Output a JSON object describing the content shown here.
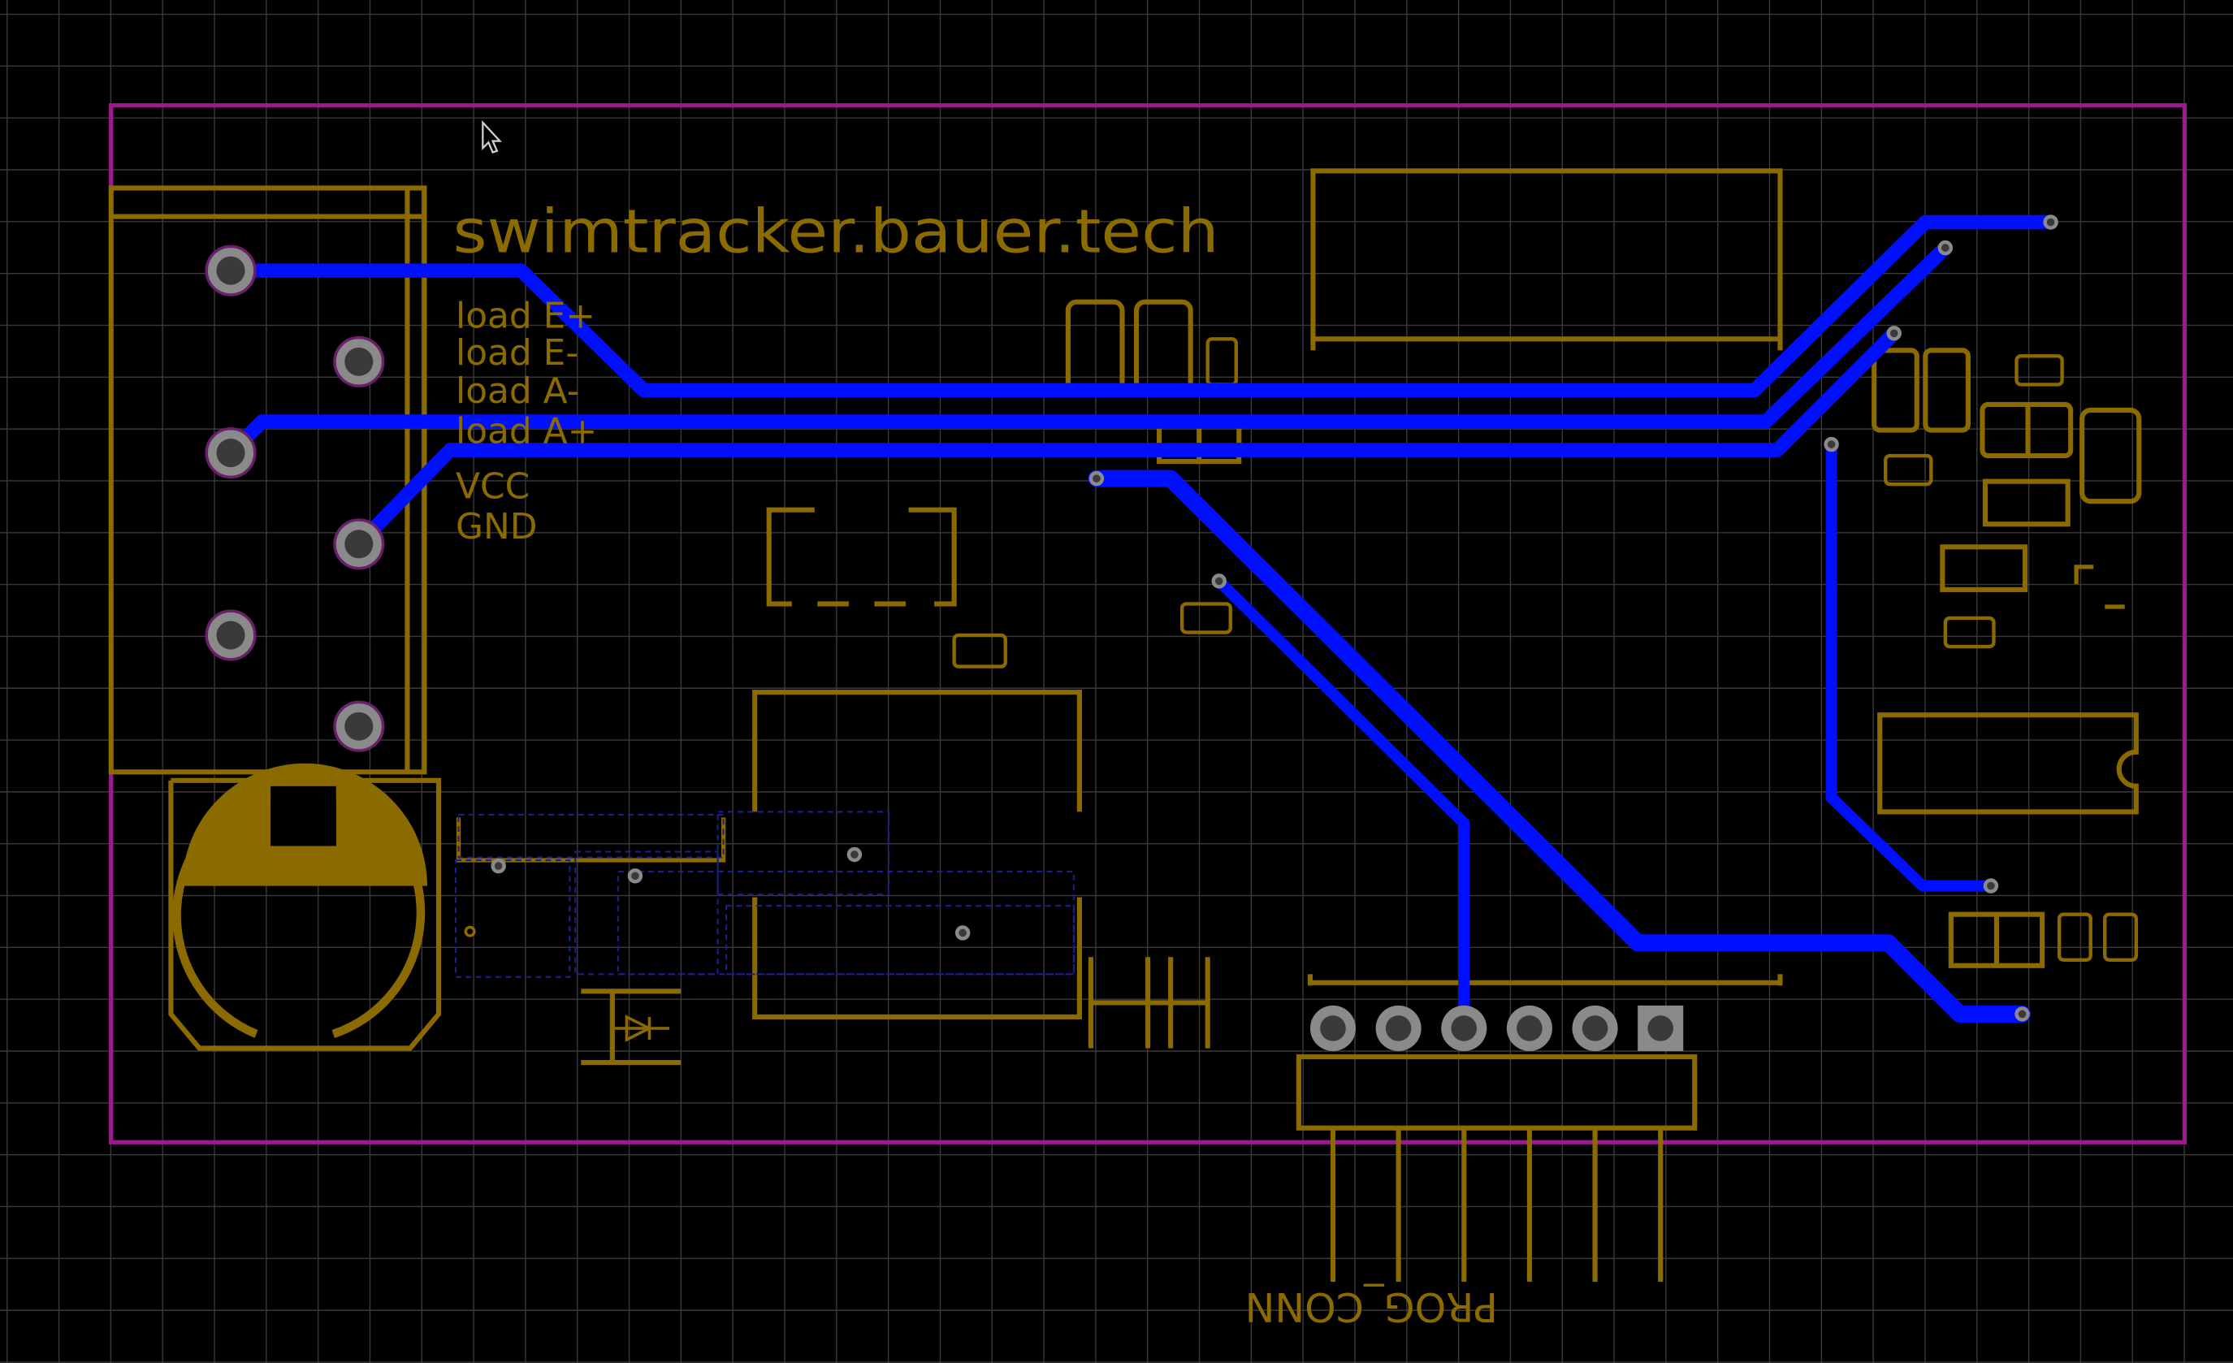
{
  "board": {
    "title": "swimtracker.bauer.tech",
    "connector_labels": [
      "load E+",
      "load E-",
      "load A-",
      "load A+",
      "VCC",
      "GND"
    ],
    "programming_header_label": "PROG_CONN"
  },
  "colors": {
    "background": "#000000",
    "grid": "#3a3a3a",
    "board_outline": "#9b1a8f",
    "silkscreen": "#8b6a00",
    "copper_trace": "#0010ff",
    "pad": "#8a8a8a",
    "courtyard": "#1a1f8a"
  }
}
